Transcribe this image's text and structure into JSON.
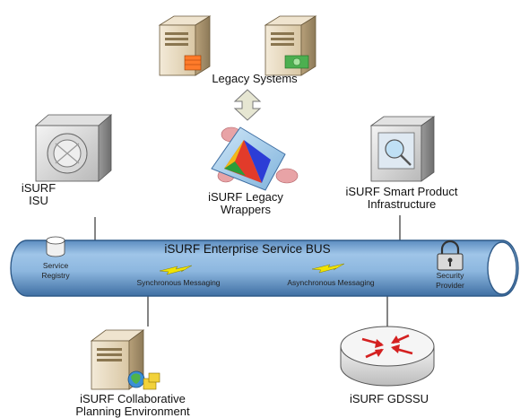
{
  "legacy": {
    "label": "Legacy Systems"
  },
  "isu": {
    "line1": "iSURF",
    "line2": "ISU"
  },
  "wrappers": {
    "line1": "iSURF Legacy",
    "line2": "Wrappers"
  },
  "smart_product": {
    "line1": "iSURF Smart Product",
    "line2": "Infrastructure"
  },
  "bus": {
    "title": "iSURF Enterprise Service BUS",
    "registry": {
      "line1": "Service",
      "line2": "Registry"
    },
    "sync_label": "Synchronous Messaging",
    "async_label": "Asynchronous Messaging",
    "security": {
      "line1": "Security",
      "line2": "Provider"
    }
  },
  "collab": {
    "line1": "iSURF Collaborative",
    "line2": "Planning Environment"
  },
  "gdssu": {
    "label": "iSURF GDSSU"
  },
  "colors": {
    "bus_fill": "#8fb9e0",
    "bus_dark": "#4f80b3",
    "server_body": "#e9dcc3",
    "lightning": "#f2e400"
  },
  "icons": {
    "legacy_server_left": "server-icon",
    "legacy_server_right": "server-icon",
    "isu": "device-icon",
    "wrappers": "prism-icon",
    "smart_product": "monitor-icon",
    "registry": "database-icon",
    "security": "lock-icon",
    "collab": "server-icon",
    "gdssu": "router-icon"
  }
}
